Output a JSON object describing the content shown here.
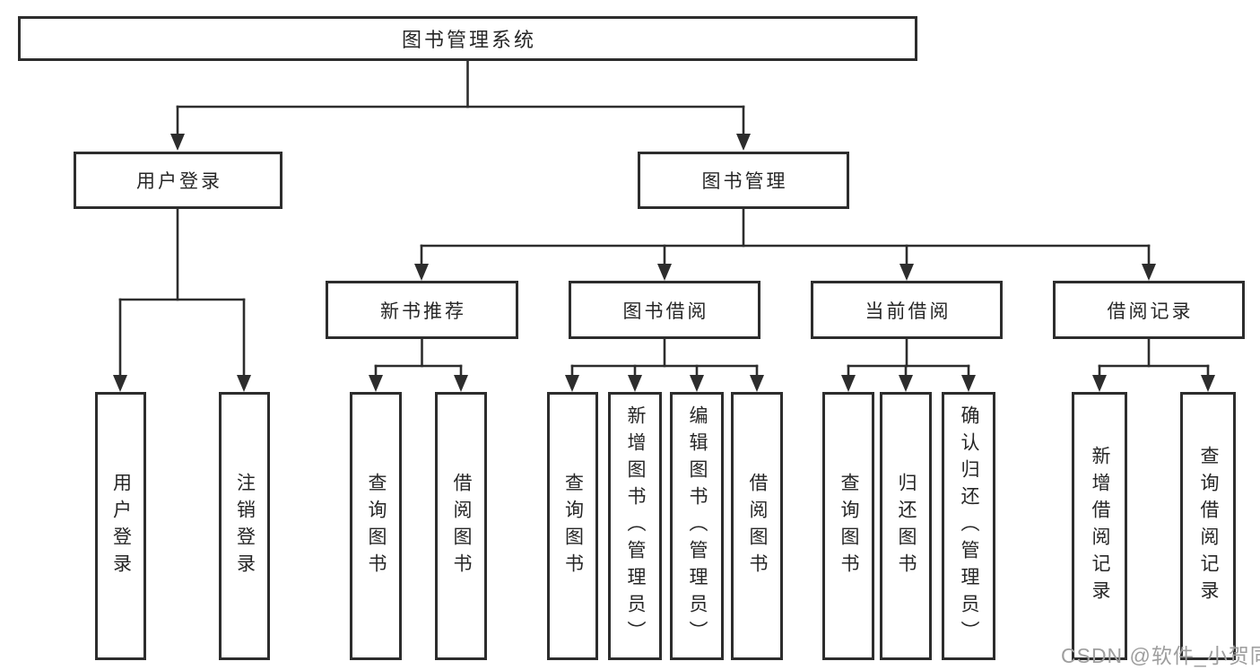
{
  "watermark": "CSDN @软件_小贺同学",
  "colors": {
    "line": "#2d2d2d",
    "text": "#262626",
    "background": "#ffffff",
    "watermark": "#9e9e9e"
  },
  "tree": {
    "label": "图书管理系统",
    "children": [
      {
        "label": "用户登录",
        "children": [
          {
            "label": "用户登录"
          },
          {
            "label": "注销登录"
          }
        ]
      },
      {
        "label": "图书管理",
        "children": [
          {
            "label": "新书推荐",
            "children": [
              {
                "label": "查询图书"
              },
              {
                "label": "借阅图书"
              }
            ]
          },
          {
            "label": "图书借阅",
            "children": [
              {
                "label": "查询图书"
              },
              {
                "label": "新增图书（管理员）"
              },
              {
                "label": "编辑图书（管理员）"
              },
              {
                "label": "借阅图书"
              }
            ]
          },
          {
            "label": "当前借阅",
            "children": [
              {
                "label": "查询图书"
              },
              {
                "label": "归还图书"
              },
              {
                "label": "确认归还（管理员）"
              }
            ]
          },
          {
            "label": "借阅记录",
            "children": [
              {
                "label": "新增借阅记录"
              },
              {
                "label": "查询借阅记录"
              }
            ]
          }
        ]
      }
    ]
  }
}
